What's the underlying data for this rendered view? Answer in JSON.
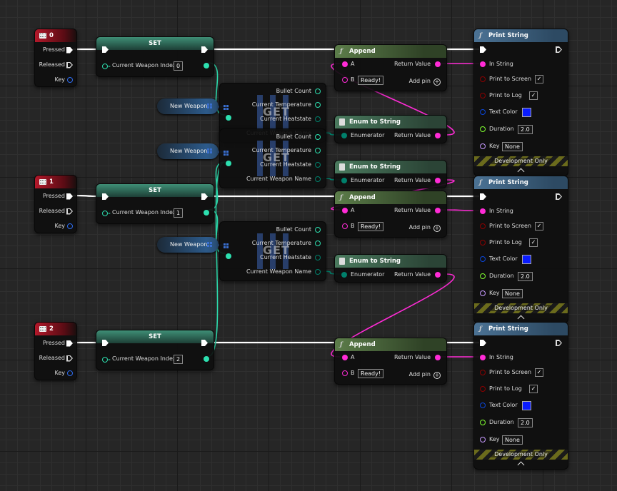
{
  "colors": {
    "exec": "#ffffff",
    "string_pin": "#ff2bd6",
    "int_pin": "#2de0b0",
    "enum_pin": "#00806b",
    "object_pin": "#2e6cf0",
    "bool_pin": "#8b0000",
    "struct_pin": "#0a46d9",
    "float_pin": "#80ff30",
    "name_pin": "#c79aff"
  },
  "key_nodes": [
    {
      "key": "0",
      "pressed": "Pressed",
      "released": "Released",
      "key_pin": "Key"
    },
    {
      "key": "1",
      "pressed": "Pressed",
      "released": "Released",
      "key_pin": "Key"
    },
    {
      "key": "2",
      "pressed": "Pressed",
      "released": "Released",
      "key_pin": "Key"
    }
  ],
  "set_nodes": [
    {
      "title": "SET",
      "label": "Current Weapon Index",
      "value": "0"
    },
    {
      "title": "SET",
      "label": "Current Weapon Index",
      "value": "1"
    },
    {
      "title": "SET",
      "label": "Current Weapon Index",
      "value": "2"
    }
  ],
  "new_weapon_label": "New Weapon",
  "get_nodes": [
    {
      "watermark": "GET",
      "pins": [
        "Bullet Count",
        "Current Temperature",
        "Current Heatstate",
        "Current Weapon Name"
      ]
    },
    {
      "watermark": "GET",
      "pins": [
        "Bullet Count",
        "Current Temperature",
        "Current Heatstate",
        "Current Weapon Name"
      ]
    },
    {
      "watermark": "GET",
      "pins": [
        "Bullet Count",
        "Current Temperature",
        "Current Heatstate",
        "Current Weapon Name"
      ]
    }
  ],
  "enum_nodes": [
    {
      "title": "Enum to String",
      "input": "Enumerator",
      "output": "Return Value"
    },
    {
      "title": "Enum to String",
      "input": "Enumerator",
      "output": "Return Value"
    },
    {
      "title": "Enum to String",
      "input": "Enumerator",
      "output": "Return Value"
    }
  ],
  "append_nodes": [
    {
      "title": "Append",
      "a": "A",
      "b": "B",
      "b_value": "Ready!",
      "return": "Return Value",
      "add_pin": "Add pin"
    },
    {
      "title": "Append",
      "a": "A",
      "b": "B",
      "b_value": "Ready!",
      "return": "Return Value",
      "add_pin": "Add pin"
    },
    {
      "title": "Append",
      "a": "A",
      "b": "B",
      "b_value": "Ready!",
      "return": "Return Value",
      "add_pin": "Add pin"
    }
  ],
  "print_nodes": [
    {
      "title": "Print String",
      "in_string": "In String",
      "print_to_screen": "Print to Screen",
      "print_to_log": "Print to Log",
      "text_color": "Text Color",
      "duration": "Duration",
      "duration_value": "2.0",
      "key": "Key",
      "key_value": "None",
      "dev_only": "Development Only",
      "check": "✓"
    },
    {
      "title": "Print String",
      "in_string": "In String",
      "print_to_screen": "Print to Screen",
      "print_to_log": "Print to Log",
      "text_color": "Text Color",
      "duration": "Duration",
      "duration_value": "2.0",
      "key": "Key",
      "key_value": "None",
      "dev_only": "Development Only",
      "check": "✓"
    },
    {
      "title": "Print String",
      "in_string": "In String",
      "print_to_screen": "Print to Screen",
      "print_to_log": "Print to Log",
      "text_color": "Text Color",
      "duration": "Duration",
      "duration_value": "2.0",
      "key": "Key",
      "key_value": "None",
      "dev_only": "Development Only",
      "check": "✓"
    }
  ]
}
